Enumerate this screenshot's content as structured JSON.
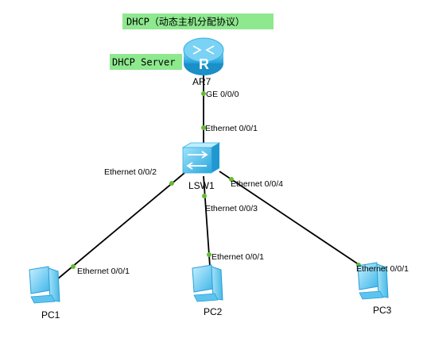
{
  "title": "DHCP（动态主机分配协议）",
  "router_role": "DHCP Server",
  "colors": {
    "label_bg": "#8ee88e",
    "link": "#000000",
    "port_dot": "#66bb33",
    "device_blue": "#3fb8ec"
  },
  "nodes": {
    "router": {
      "name": "AR7",
      "icon": "router-icon"
    },
    "switch": {
      "name": "LSW1",
      "icon": "switch-icon"
    },
    "pc1": {
      "name": "PC1",
      "icon": "pc-icon"
    },
    "pc2": {
      "name": "PC2",
      "icon": "pc-icon"
    },
    "pc3": {
      "name": "PC3",
      "icon": "pc-icon"
    }
  },
  "links": {
    "router_switch": {
      "router_port": "GE 0/0/0",
      "switch_port": "Ethernet 0/0/1"
    },
    "switch_pc1": {
      "switch_port": "Ethernet 0/0/2",
      "pc_port": "Ethernet 0/0/1"
    },
    "switch_pc2": {
      "switch_port": "Ethernet 0/0/3",
      "pc_port": "Ethernet 0/0/1"
    },
    "switch_pc3": {
      "switch_port": "Ethernet 0/0/4",
      "pc_port": "Ethernet 0/0/1"
    }
  }
}
